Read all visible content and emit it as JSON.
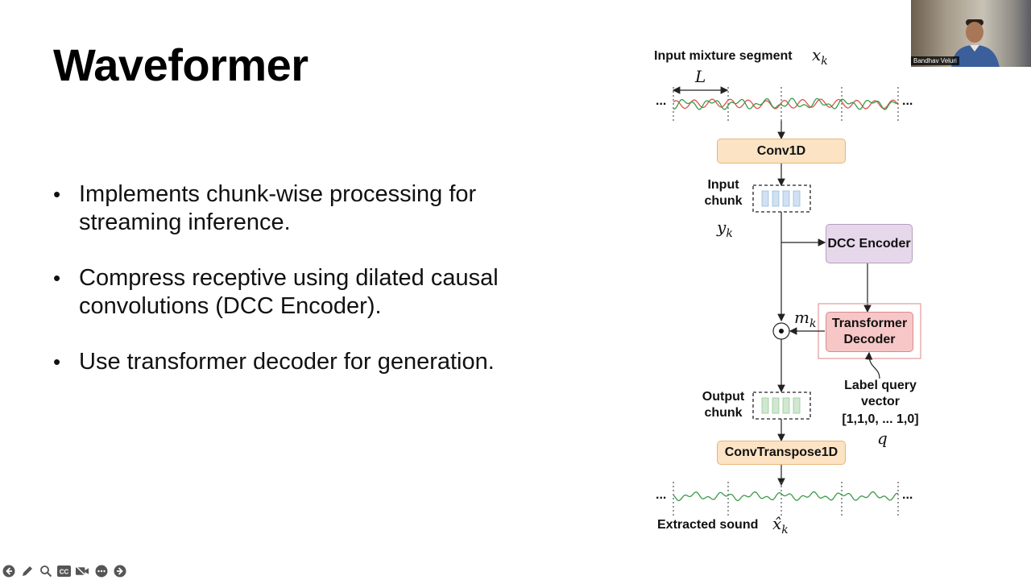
{
  "slide": {
    "title": "Waveformer",
    "bullets": [
      "Implements chunk-wise processing for streaming inference.",
      "Compress receptive using dilated causal convolutions (DCC Encoder).",
      "Use transformer decoder for generation."
    ]
  },
  "diagram": {
    "input_label": "Input mixture segment",
    "input_symbol": "x",
    "input_symbol_sub": "k",
    "chunk_length_symbol": "L",
    "ellipsis": "...",
    "conv1d_label": "Conv1D",
    "input_chunk_label": "Input chunk",
    "input_chunk_symbol": "y",
    "input_chunk_symbol_sub": "k",
    "dcc_encoder_label": "DCC Encoder",
    "transformer_decoder_label": "Transformer Decoder",
    "mask_symbol": "m",
    "mask_symbol_sub": "k",
    "label_query_label": "Label query vector",
    "label_query_value": "[1,1,0, ... 1,0]",
    "label_query_symbol": "q",
    "output_chunk_label": "Output chunk",
    "conv_transpose_label": "ConvTranspose1D",
    "output_label": "Extracted sound",
    "output_symbol": "x̂",
    "output_symbol_sub": "k",
    "colors": {
      "input_wave_a": "#d9534f",
      "input_wave_b": "#3c9a4a",
      "output_wave": "#3c9a4a",
      "conv_box": "#fbe3c4",
      "dcc_box": "#e6d8ea",
      "transformer_box": "#f7c7c7",
      "input_chunk_cell": "#cfe1f3",
      "output_chunk_cell": "#cfe8cf"
    }
  },
  "video": {
    "participant_name": "Bandhav Veluri"
  },
  "controls": [
    {
      "name": "previous-slide",
      "icon": "arrow-left-circle-icon"
    },
    {
      "name": "pen",
      "icon": "pencil-icon"
    },
    {
      "name": "zoom",
      "icon": "magnifier-icon"
    },
    {
      "name": "captions",
      "icon": "cc-icon",
      "text": "CC"
    },
    {
      "name": "video-off",
      "icon": "video-off-icon"
    },
    {
      "name": "more",
      "icon": "more-icon"
    },
    {
      "name": "next-slide",
      "icon": "arrow-right-circle-icon"
    }
  ]
}
